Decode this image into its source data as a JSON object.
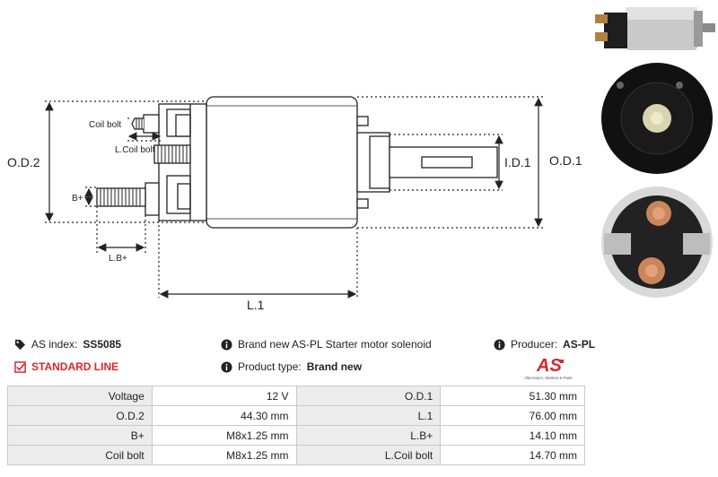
{
  "drawing": {
    "labels": {
      "od2": "O.D.2",
      "od1": "O.D.1",
      "id1": "I.D.1",
      "l1": "L.1",
      "lb": "L.B+",
      "bplus": "B+",
      "coil_bolt": "Coil bolt",
      "lcoil_bolt": "L.Coil bolt"
    }
  },
  "info": {
    "as_index_label": "AS index:",
    "as_index_value": "SS5085",
    "description": "Brand new AS-PL Starter motor solenoid",
    "producer_label": "Producer:",
    "producer_value": "AS-PL",
    "standard_line": "STANDARD LINE",
    "product_type_label": "Product type:",
    "product_type_value": "Brand new"
  },
  "logo": {
    "mark": "AS",
    "tagline": "Alternators, Starters & Parts"
  },
  "specs": [
    {
      "label1": "Voltage",
      "value1": "12 V",
      "label2": "O.D.1",
      "value2": "51.30 mm"
    },
    {
      "label1": "O.D.2",
      "value1": "44.30 mm",
      "label2": "L.1",
      "value2": "76.00 mm"
    },
    {
      "label1": "B+",
      "value1": "M8x1.25 mm",
      "label2": "L.B+",
      "value2": "14.10 mm"
    },
    {
      "label1": "Coil bolt",
      "value1": "M8x1.25 mm",
      "label2": "L.Coil bolt",
      "value2": "14.70 mm"
    }
  ],
  "colors": {
    "accent_red": "#d9262b",
    "table_label_bg": "#ececec",
    "table_border": "#c9c9c9"
  }
}
